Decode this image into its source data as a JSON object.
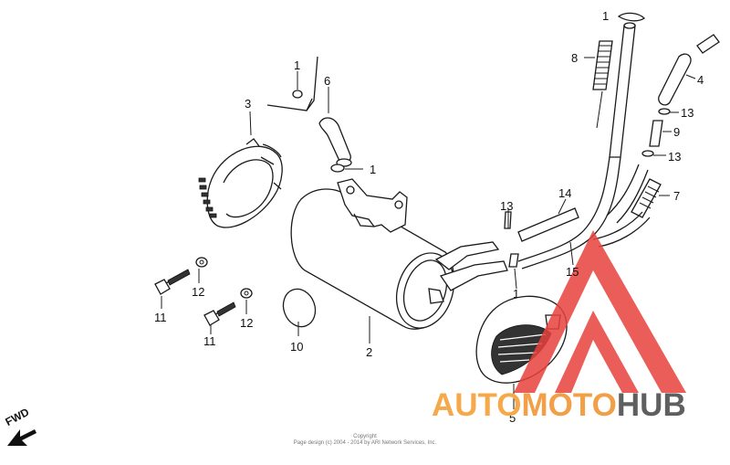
{
  "callouts": [
    {
      "id": "c1a",
      "text": "1"
    },
    {
      "id": "c1b",
      "text": "1"
    },
    {
      "id": "c1c",
      "text": "1"
    },
    {
      "id": "c1d",
      "text": "1"
    },
    {
      "id": "c2",
      "text": "2"
    },
    {
      "id": "c3",
      "text": "3"
    },
    {
      "id": "c4",
      "text": "4"
    },
    {
      "id": "c5",
      "text": "5"
    },
    {
      "id": "c6",
      "text": "6"
    },
    {
      "id": "c7",
      "text": "7"
    },
    {
      "id": "c8",
      "text": "8"
    },
    {
      "id": "c9",
      "text": "9"
    },
    {
      "id": "c10",
      "text": "10"
    },
    {
      "id": "c11a",
      "text": "11"
    },
    {
      "id": "c11b",
      "text": "11"
    },
    {
      "id": "c12a",
      "text": "12"
    },
    {
      "id": "c12b",
      "text": "12"
    },
    {
      "id": "c13a",
      "text": "13"
    },
    {
      "id": "c13b",
      "text": "13"
    },
    {
      "id": "c13c",
      "text": "13"
    },
    {
      "id": "c14",
      "text": "14"
    },
    {
      "id": "c15",
      "text": "15"
    }
  ],
  "fwd_label": "FWD",
  "copyright": {
    "line1": "Copyright",
    "line2": "Page design (c) 2004 - 2014 by ARI Network Services, Inc."
  },
  "watermark": {
    "part1": "AUTO",
    "part2": "MOTO",
    "part3": "HUB",
    "colors": {
      "triangle": "#e8413c",
      "part1": "#f6a94b",
      "part2": "#f2a048",
      "part3": "#5f5f5f"
    }
  }
}
